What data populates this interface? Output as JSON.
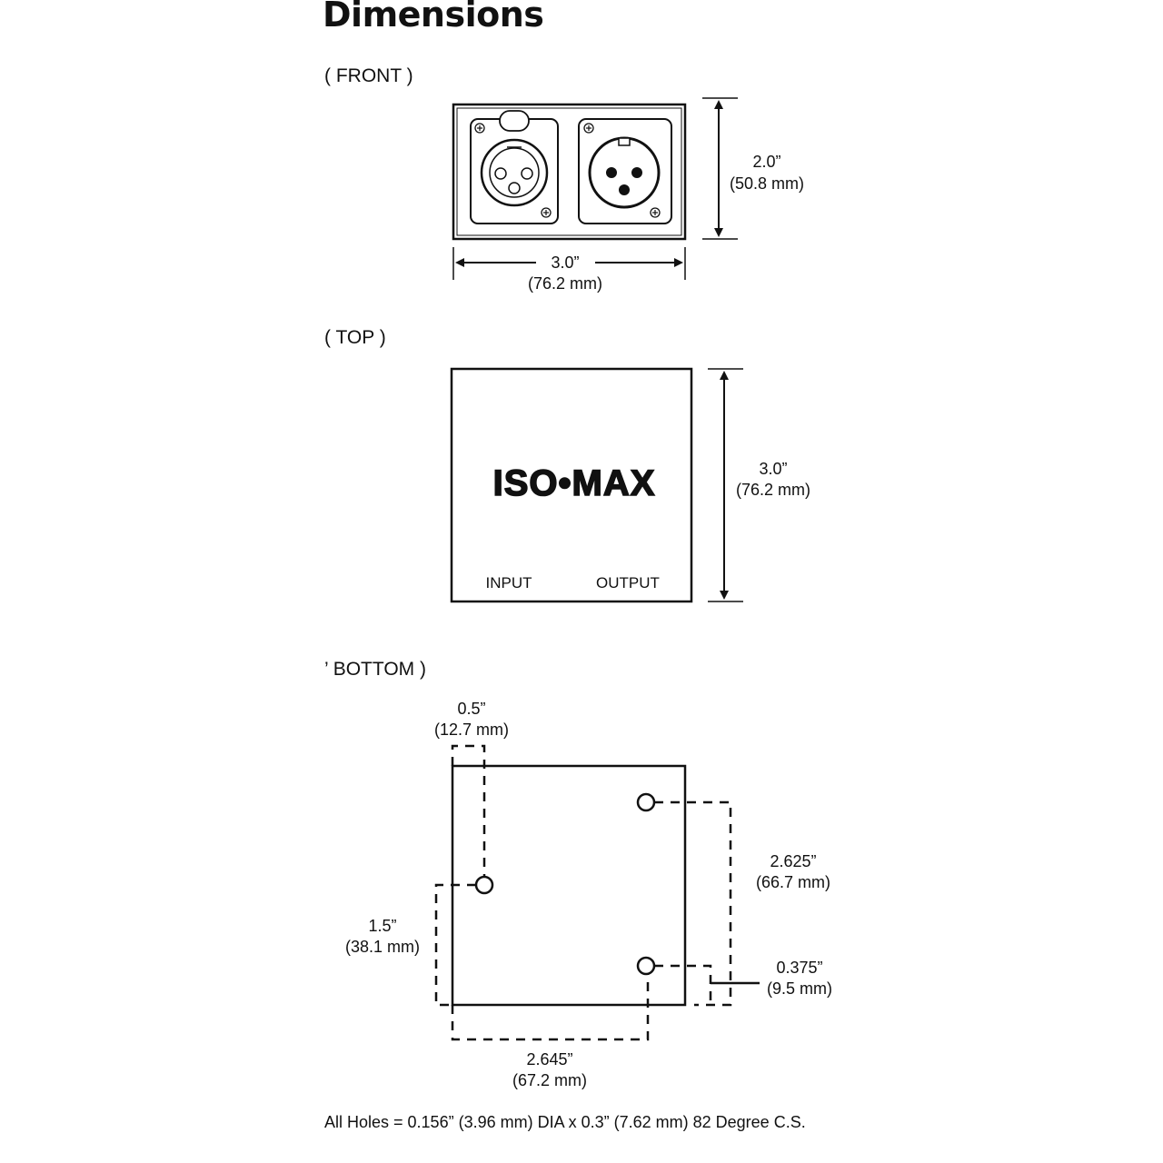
{
  "title": "Dimensions",
  "front": {
    "label": "( FRONT )",
    "height": {
      "inches": "2.0”",
      "mm": "(50.8 mm)"
    },
    "width": {
      "inches": "3.0”",
      "mm": "(76.2 mm)"
    }
  },
  "top": {
    "label": "( TOP )",
    "brand": "ISO•MAX",
    "input_label": "INPUT",
    "output_label": "OUTPUT",
    "depth": {
      "inches": "3.0”",
      "mm": "(76.2 mm)"
    }
  },
  "bottom": {
    "label": "’ BOTTOM )",
    "hole_x_offset": {
      "inches": "0.5”",
      "mm": "(12.7 mm)"
    },
    "hole_y_offset": {
      "inches": "1.5”",
      "mm": "(38.1 mm)"
    },
    "hole_spacing_vertical": {
      "inches": "2.625”",
      "mm": "(66.7 mm)"
    },
    "hole_edge_offset": {
      "inches": "0.375”",
      "mm": "(9.5 mm)"
    },
    "hole_spacing_horizontal": {
      "inches": "2.645”",
      "mm": "(67.2 mm)"
    }
  },
  "footnote": "All Holes = 0.156” (3.96 mm) DIA x 0.3” (7.62 mm) 82 Degree C.S."
}
